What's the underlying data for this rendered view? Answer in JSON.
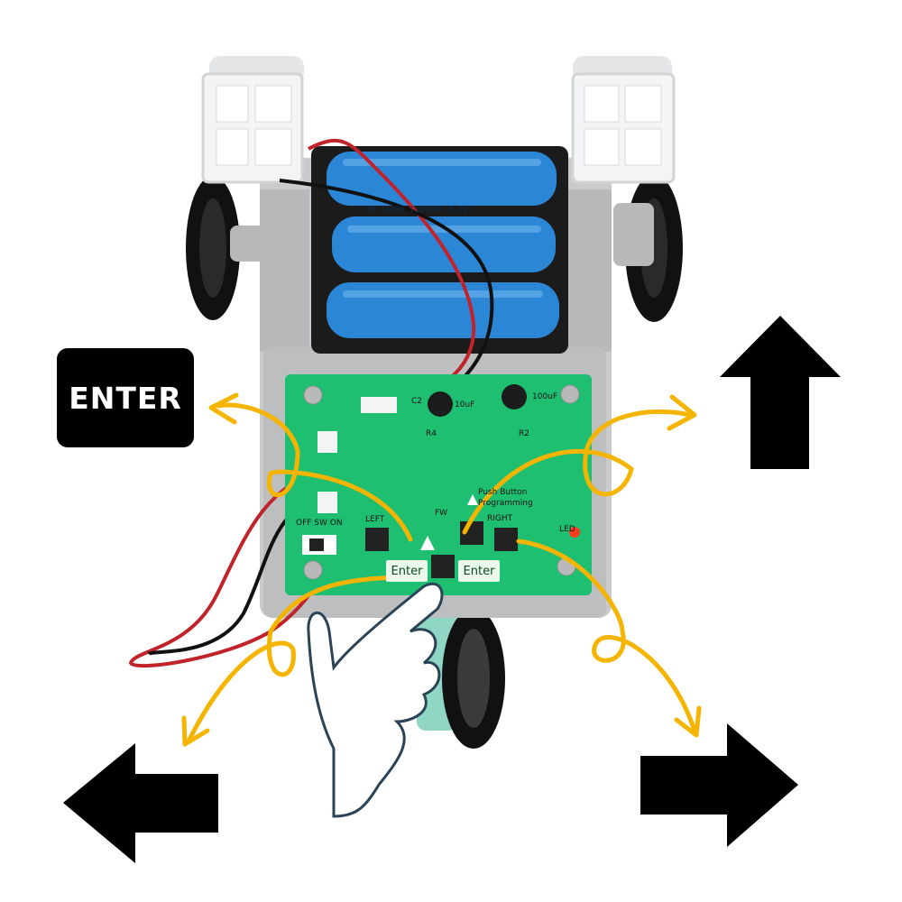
{
  "badge": {
    "label": "ENTER"
  },
  "board": {
    "labels": {
      "left": "LEFT",
      "fw": "FW",
      "right": "RIGHT",
      "led": "LED",
      "switch": "OFF  SW  ON",
      "push": "Push Button",
      "programming": "Programming",
      "r4": "R4",
      "c2": "C2",
      "r2": "R2",
      "cap1": "100uF",
      "cap2": "10uF"
    },
    "enter_left": "Enter",
    "enter_right": "Enter"
  },
  "battery_cell_label": "JH 14500 1300mAh 3.7V",
  "colors": {
    "pcb": "#1fbf72",
    "battery": "#2b86d6",
    "chassis": "#c9cacc",
    "arrow_stroke": "#f4b400",
    "arrow_fill": "#000000"
  },
  "icons": [
    "up-arrow-icon",
    "left-arrow-icon",
    "right-arrow-icon",
    "hand-pointer-icon",
    "curly-motion-arrow-icon"
  ]
}
